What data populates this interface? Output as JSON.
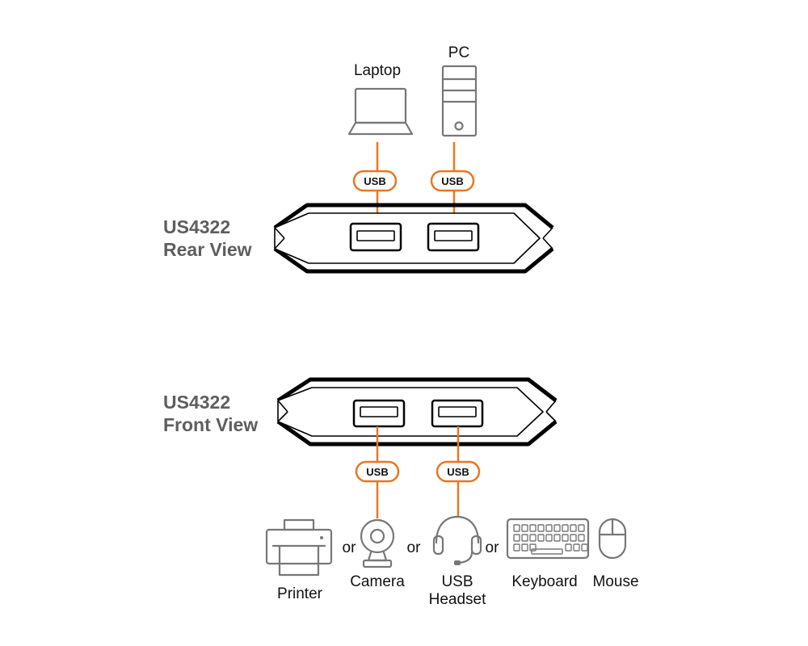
{
  "rear": {
    "title_line1": "US4322",
    "title_line2": "Rear View",
    "devices": [
      "Laptop",
      "PC"
    ]
  },
  "front": {
    "title_line1": "US4322",
    "title_line2": "Front View"
  },
  "cable_label": "USB",
  "peripherals": {
    "printer": "Printer",
    "camera": "Camera",
    "headset_line1": "USB",
    "headset_line2": "Headset",
    "keyboard": "Keyboard",
    "mouse": "Mouse",
    "or": "or"
  },
  "colors": {
    "cable": "#e87722",
    "title": "#5e5e5e",
    "device_outline": "#777777"
  }
}
